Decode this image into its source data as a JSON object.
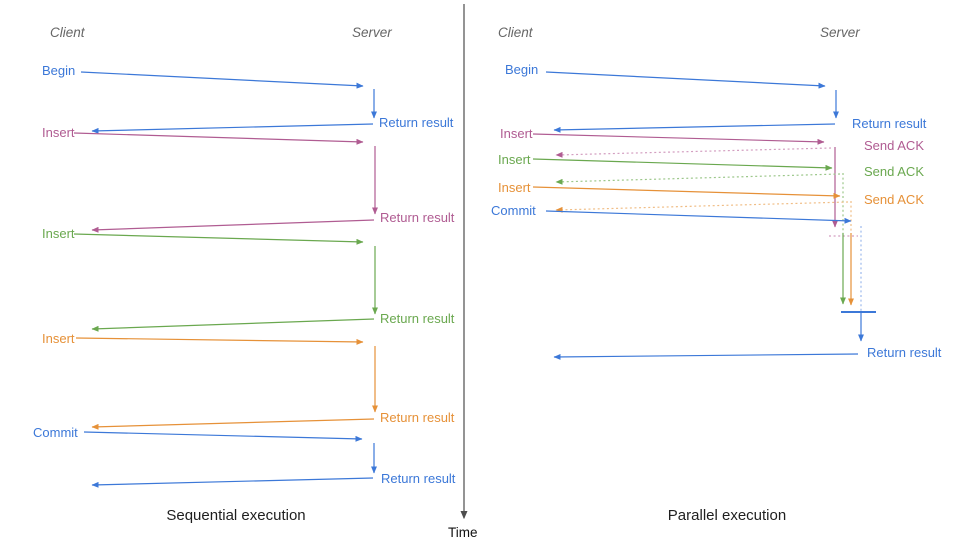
{
  "colors": {
    "blue": "#3c78d8",
    "pink": "#b05c92",
    "green": "#6aa84f",
    "orange": "#e69138",
    "blue_light": "#9db9ec",
    "pink_light": "#d39ec0",
    "green_light": "#9cc78a",
    "orange_light": "#f0bd85",
    "axis": "#4d4d4d",
    "header_text": "#666666",
    "caption_text": "#1f1f1f"
  },
  "left": {
    "caption": "Sequential execution",
    "client": "Client",
    "server": "Server",
    "ops": [
      {
        "name": "Begin",
        "color": "blue",
        "result": "Return result"
      },
      {
        "name": "Insert",
        "color": "pink",
        "result": "Return result"
      },
      {
        "name": "Insert",
        "color": "green",
        "result": "Return result"
      },
      {
        "name": "Insert",
        "color": "orange",
        "result": "Return result"
      },
      {
        "name": "Commit",
        "color": "blue",
        "result": "Return result"
      }
    ]
  },
  "right": {
    "caption": "Parallel execution",
    "client": "Client",
    "server": "Server",
    "ops": [
      {
        "name": "Begin",
        "color": "blue",
        "response": "Return result"
      },
      {
        "name": "Insert",
        "color": "pink",
        "response": "Send ACK"
      },
      {
        "name": "Insert",
        "color": "green",
        "response": "Send ACK"
      },
      {
        "name": "Insert",
        "color": "orange",
        "response": "Send ACK"
      },
      {
        "name": "Commit",
        "color": "blue",
        "response": "Return result"
      }
    ]
  },
  "time_axis": {
    "label": "Time"
  }
}
